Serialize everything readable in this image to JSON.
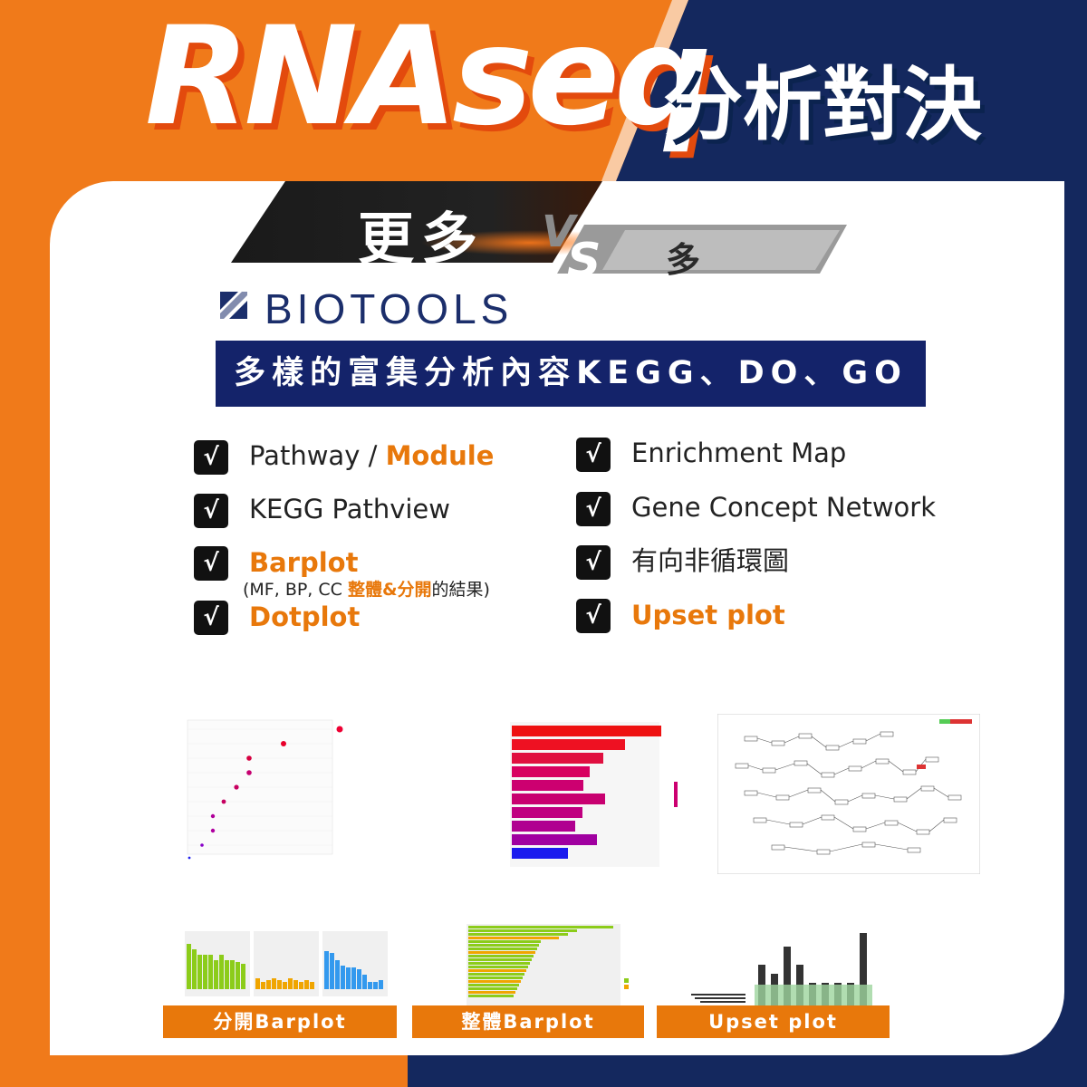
{
  "header": {
    "title_main": "RNAseq",
    "title_sub": "分析對決"
  },
  "versus": {
    "left_label": "更多",
    "v_letter": "V",
    "s_letter": "S",
    "right_label": "多"
  },
  "brand": {
    "logo_text": "BIOTOOLS"
  },
  "banner": {
    "text": "多樣的富集分析內容KEGG、DO、GO"
  },
  "check_mark": "√",
  "features_left": {
    "pathway_prefix": "Pathway / ",
    "pathway_highlight": "Module",
    "pathview": "KEGG Pathview",
    "barplot": "Barplot",
    "barplot_note_prefix": "(MF, BP, CC ",
    "barplot_note_highlight": "整體&分開",
    "barplot_note_suffix": "的結果)",
    "dotplot": "Dotplot"
  },
  "features_right": {
    "enrichment_map": "Enrichment Map",
    "gene_concept": "Gene Concept Network",
    "dag": "有向非循環圖",
    "upset": "Upset plot"
  },
  "captions": {
    "split_barplot": "分開Barplot",
    "whole_barplot": "整體Barplot",
    "upset_plot": "Upset plot"
  },
  "colors": {
    "orange": "#f07a1a",
    "navy": "#14285e",
    "accent_orange": "#e8780b",
    "banner": "#14236a"
  }
}
